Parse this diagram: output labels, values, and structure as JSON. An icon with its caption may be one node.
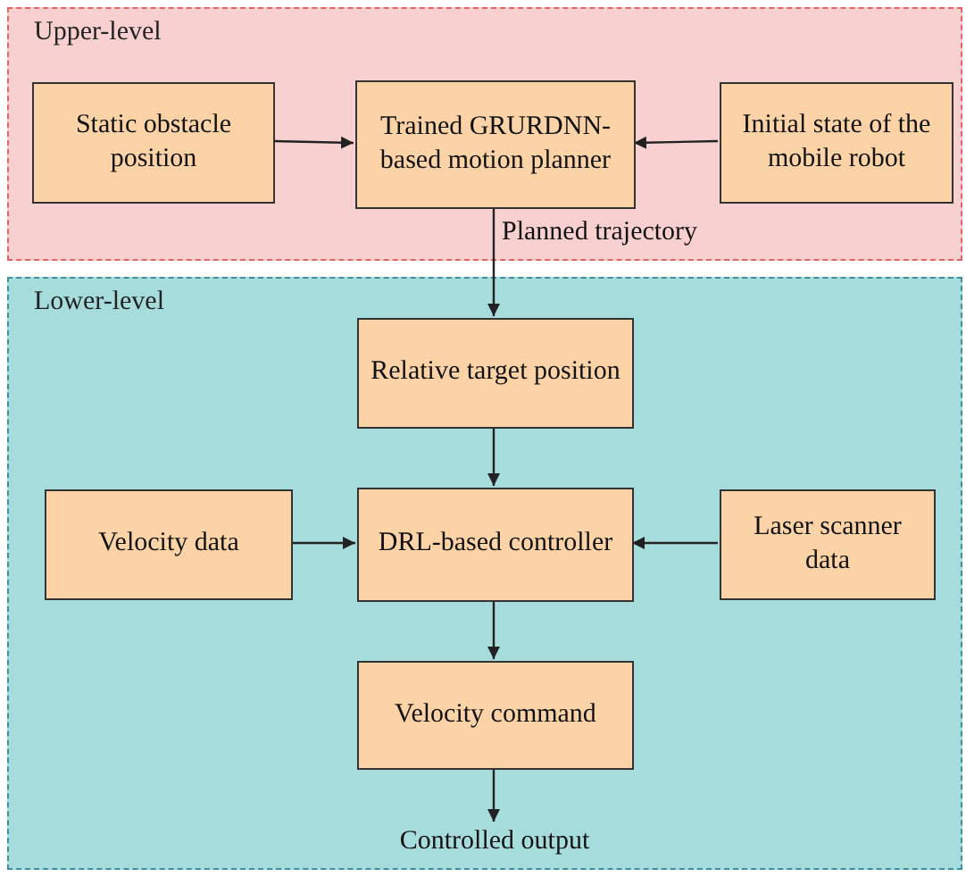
{
  "diagram": {
    "nodes": [
      {
        "text": [
          "Upper-level"
        ]
      },
      {
        "text": [
          "Static obstacle position"
        ],
        "in": 0
      },
      {
        "text": [
          "Trained GRURDNN-based motion planner"
        ],
        "in": 0
      },
      {
        "text": [
          "Initial state of the mobile robot"
        ],
        "in": 0
      },
      {
        "text": [
          "Lower-level"
        ]
      },
      {
        "text": [
          "Relative target position"
        ],
        "in": 4
      },
      {
        "text": [
          "Velocity data"
        ],
        "in": 4
      },
      {
        "text": [
          "DRL-based controller"
        ],
        "in": 4
      },
      {
        "text": [
          "Laser scanner data"
        ],
        "in": 4
      },
      {
        "text": [
          "Velocity command"
        ],
        "in": 4
      },
      {
        "text": [
          "Controlled output"
        ],
        "in": 4
      }
    ],
    "edges": [
      {
        "from": 1,
        "to": 2,
        "arrow": "to"
      },
      {
        "from": 3,
        "to": 2,
        "arrow": "to"
      },
      {
        "from": 2,
        "to": 5,
        "arrow": "to",
        "label": "Planned trajectory"
      },
      {
        "from": 5,
        "to": 7,
        "arrow": "to"
      },
      {
        "from": 6,
        "to": 7,
        "arrow": "to"
      },
      {
        "from": 8,
        "to": 7,
        "arrow": "to"
      },
      {
        "from": 7,
        "to": 9,
        "arrow": "to"
      },
      {
        "from": 9,
        "to": 10,
        "arrow": "to"
      }
    ]
  }
}
